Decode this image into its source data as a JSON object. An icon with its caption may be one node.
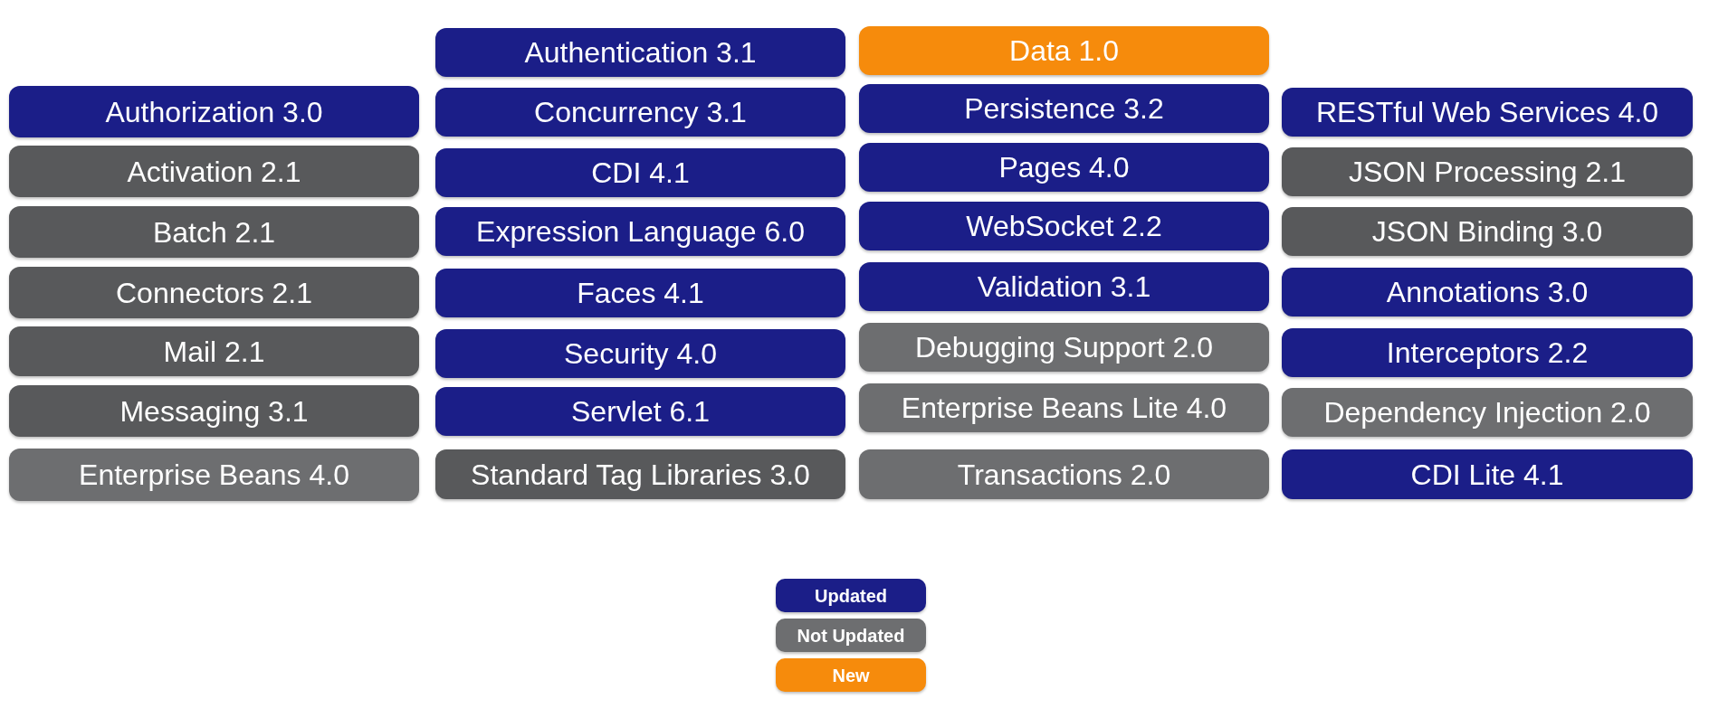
{
  "diagram": {
    "nodes": [
      {
        "text": [
          "Authorization 3.0"
        ]
      },
      {
        "text": [
          "Activation 2.1"
        ]
      },
      {
        "text": [
          "Batch 2.1"
        ]
      },
      {
        "text": [
          "Connectors 2.1"
        ]
      },
      {
        "text": [
          "Mail 2.1"
        ]
      },
      {
        "text": [
          "Messaging 3.1"
        ]
      },
      {
        "text": [
          "Enterprise Beans 4.0"
        ]
      },
      {
        "text": [
          "Authentication 3.1"
        ]
      },
      {
        "text": [
          "Concurrency 3.1"
        ]
      },
      {
        "text": [
          "CDI 4.1"
        ]
      },
      {
        "text": [
          "Expression Language 6.0"
        ]
      },
      {
        "text": [
          "Faces 4.1"
        ]
      },
      {
        "text": [
          "Security 4.0"
        ]
      },
      {
        "text": [
          "Servlet 6.1"
        ]
      },
      {
        "text": [
          "Standard Tag Libraries 3.0"
        ]
      },
      {
        "text": [
          "Data 1.0"
        ]
      },
      {
        "text": [
          "Persistence 3.2"
        ]
      },
      {
        "text": [
          "Pages 4.0"
        ]
      },
      {
        "text": [
          "WebSocket 2.2"
        ]
      },
      {
        "text": [
          "Validation 3.1"
        ]
      },
      {
        "text": [
          "Debugging Support 2.0"
        ]
      },
      {
        "text": [
          "Enterprise Beans Lite 4.0"
        ]
      },
      {
        "text": [
          "Transactions 2.0"
        ]
      },
      {
        "text": [
          "RESTful Web Services 4.0"
        ]
      },
      {
        "text": [
          "JSON Processing 2.1"
        ]
      },
      {
        "text": [
          "JSON Binding 3.0"
        ]
      },
      {
        "text": [
          "Annotations 3.0"
        ]
      },
      {
        "text": [
          "Interceptors 2.2"
        ]
      },
      {
        "text": [
          "Dependency Injection 2.0"
        ]
      },
      {
        "text": [
          "CDI Lite 4.1"
        ]
      }
    ],
    "legend": [
      {
        "text": "Updated",
        "color": "#1b1e88"
      },
      {
        "text": "Not Updated",
        "color": "#6d6e70"
      },
      {
        "text": "New",
        "color": "#f68b0c"
      }
    ]
  }
}
